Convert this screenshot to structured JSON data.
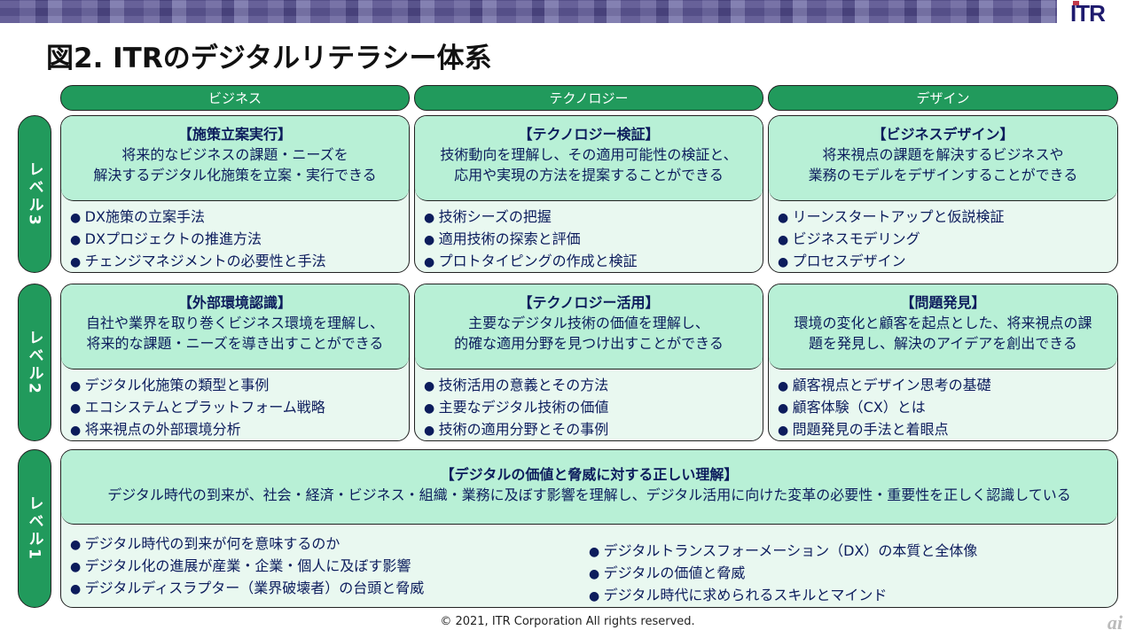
{
  "logo": "ITR",
  "title": "図2. ITRのデジタルリテラシー体系",
  "columns": [
    "ビジネス",
    "テクノロジー",
    "デザイン"
  ],
  "levels": [
    "レベル3",
    "レベル2",
    "レベル1"
  ],
  "cells": [
    {
      "h": "【施策立案実行】",
      "d1": "将来的なビジネスの課題・ニーズを",
      "d2": "解決するデジタル化施策を立案・実行できる",
      "items": [
        "DX施策の立案手法",
        "DXプロジェクトの推進方法",
        "チェンジマネジメントの必要性と手法"
      ]
    },
    {
      "h": "【テクノロジー検証】",
      "d1": "技術動向を理解し、その適用可能性の検証と、",
      "d2": "応用や実現の方法を提案することができる",
      "items": [
        "技術シーズの把握",
        "適用技術の探索と評価",
        "プロトタイピングの作成と検証"
      ]
    },
    {
      "h": "【ビジネスデザイン】",
      "d1": "将来視点の課題を解決するビジネスや",
      "d2": "業務のモデルをデザインすることができる",
      "items": [
        "リーンスタートアップと仮説検証",
        "ビジネスモデリング",
        "プロセスデザイン"
      ]
    },
    {
      "h": "【外部環境認識】",
      "d1": "自社や業界を取り巻くビジネス環境を理解し、",
      "d2": "将来的な課題・ニーズを導き出すことができる",
      "items": [
        "デジタル化施策の類型と事例",
        "エコシステムとプラットフォーム戦略",
        "将来視点の外部環境分析"
      ]
    },
    {
      "h": "【テクノロジー活用】",
      "d1": "主要なデジタル技術の価値を理解し、",
      "d2": "的確な適用分野を見つけ出すことができる",
      "items": [
        "技術活用の意義とその方法",
        "主要なデジタル技術の価値",
        "技術の適用分野とその事例"
      ]
    },
    {
      "h": "【問題発見】",
      "d1": "環境の変化と顧客を起点とした、将来視点の課",
      "d2": "題を発見し、解決のアイデアを創出できる",
      "items": [
        "顧客視点とデザイン思考の基礎",
        "顧客体験（CX）とは",
        "問題発見の手法と着眼点"
      ]
    }
  ],
  "level1": {
    "h": "【デジタルの価値と脅威に対する正しい理解】",
    "d": "デジタル時代の到来が、社会・経済・ビジネス・組織・業務に及ぼす影響を理解し、デジタル活用に向けた変革の必要性・重要性を正しく認識している",
    "left": [
      "デジタル時代の到来が何を意味するのか",
      "デジタル化の進展が産業・企業・個人に及ぼす影響",
      "デジタルディスラプター（業界破壊者）の台頭と脅威"
    ],
    "right": [
      "デジタルトランスフォーメーション（DX）の本質と全体像",
      "デジタルの価値と脅威",
      "デジタル時代に求められるスキルとマインド"
    ]
  },
  "footer": "© 2021, ITR Corporation All rights reserved.",
  "watermark": "ai"
}
